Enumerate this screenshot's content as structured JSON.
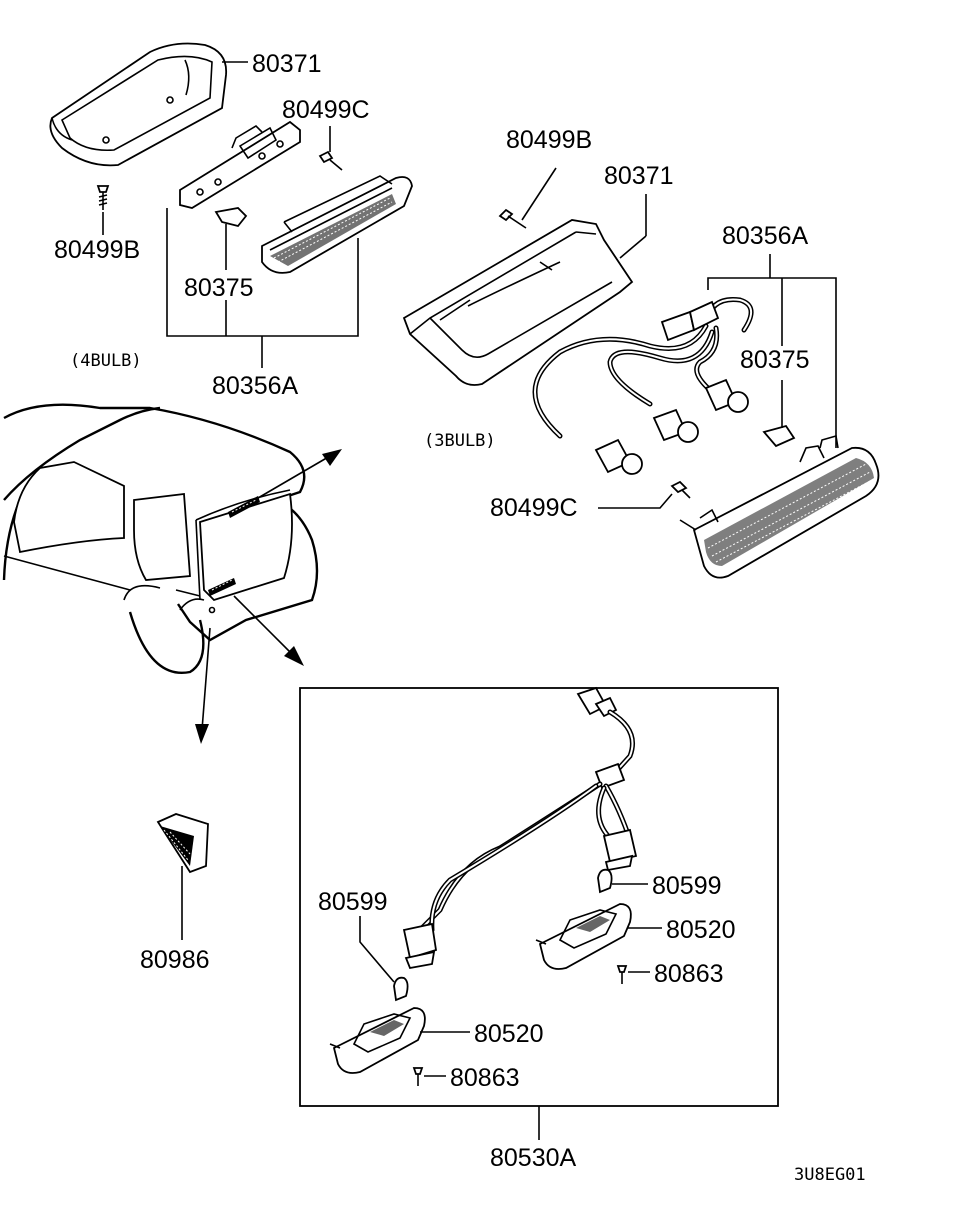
{
  "labels": {
    "top_housing_4bulb": "80371",
    "screw_c_4bulb": "80499C",
    "screw_b_4bulb": "80499B",
    "socket_4bulb": "80375",
    "assembly_note_4bulb": "(4BULB)",
    "assembly_4bulb": "80356A",
    "screw_b_3bulb": "80499B",
    "top_housing_3bulb": "80371",
    "assembly_3bulb": "80356A",
    "socket_3bulb": "80375",
    "assembly_note_3bulb": "(3BULB)",
    "screw_c_3bulb": "80499C",
    "bulb_right": "80599",
    "lamp_right": "80520",
    "screw_right": "80863",
    "bulb_left": "80599",
    "lamp_left": "80520",
    "screw_left": "80863",
    "reflector": "80986",
    "license_assembly": "80530A",
    "figure_code": "3U8EG01"
  }
}
